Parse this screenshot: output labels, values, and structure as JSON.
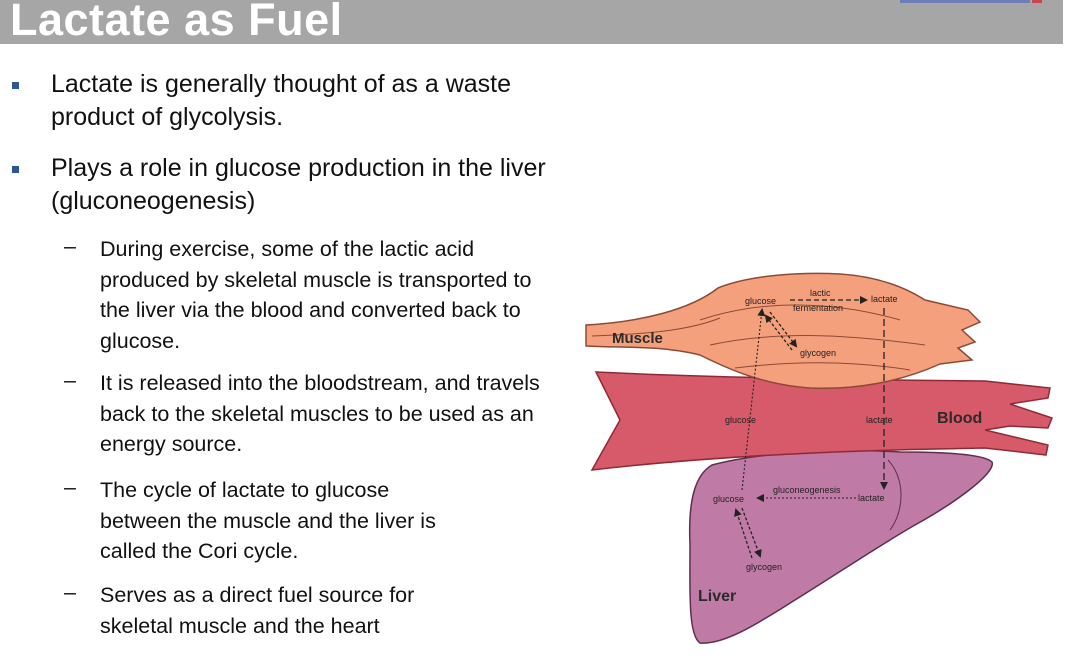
{
  "slide": {
    "title": "Lactate as Fuel",
    "bullets": [
      {
        "text": "Lactate is generally thought of as a waste product of glycolysis."
      },
      {
        "text": "Plays a role in glucose production in the liver (gluconeogenesis)"
      }
    ],
    "sub_bullets": [
      "During exercise, some of the lactic acid produced by skeletal muscle is transported to the liver via the blood and converted back to glucose.",
      "It is released into the bloodstream, and travels back to the skeletal muscles to be used as an energy source.",
      "The cycle of lactate to glucose between the muscle and the liver is called the Cori cycle.",
      "Serves as a direct fuel source for skeletal muscle and the heart"
    ],
    "dash": "–"
  },
  "diagram": {
    "regions": {
      "muscle": "Muscle",
      "blood": "Blood",
      "liver": "Liver"
    },
    "muscle": {
      "glucose": "glucose",
      "lactate": "lactate",
      "process_line1": "lactic",
      "process_line2": "fermentation",
      "glycogen": "glycogen"
    },
    "blood": {
      "glucose": "glucose",
      "lactate": "lactate"
    },
    "liver": {
      "glucose": "glucose",
      "lactate": "lactate",
      "process": "gluconeogenesis",
      "glycogen": "glycogen"
    },
    "colors": {
      "muscle": "#f4a07c",
      "blood": "#d65a6a",
      "liver": "#c07aa6",
      "title_bar": "#a6a6a6",
      "bullet": "#2f5597"
    }
  }
}
